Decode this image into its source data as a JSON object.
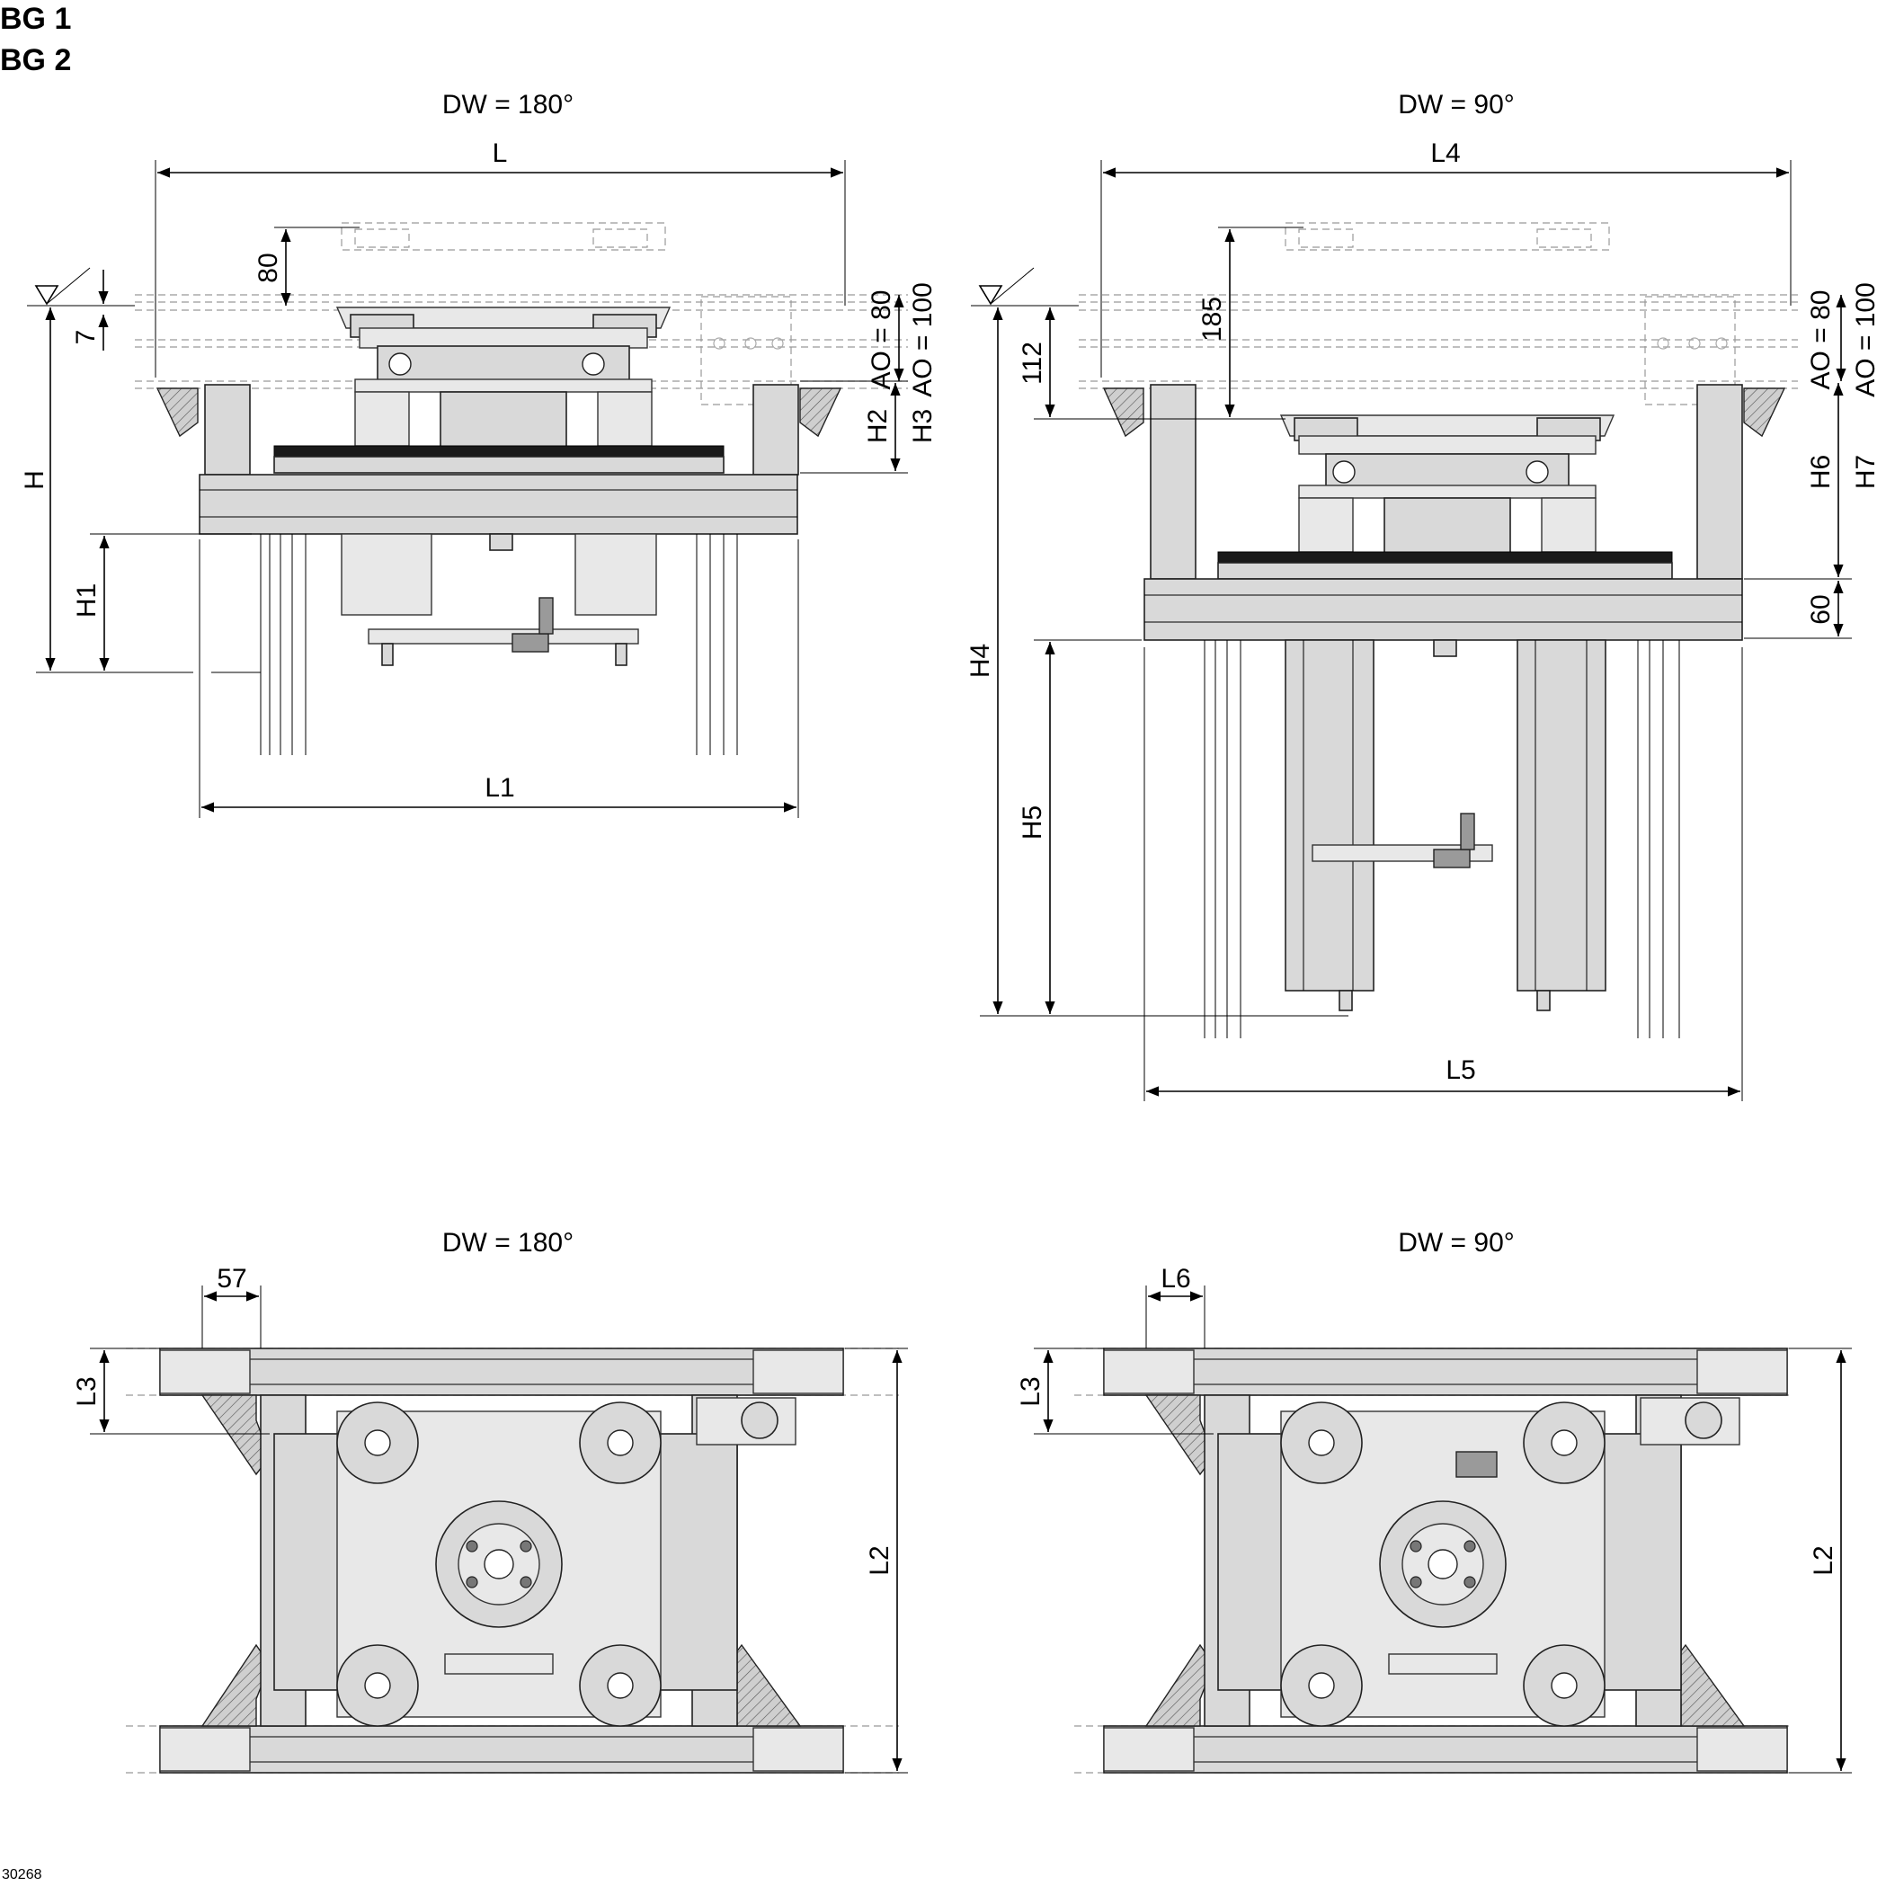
{
  "header": {
    "line1": "BG 1",
    "line2": "BG 2"
  },
  "figure_number": "30268",
  "views": {
    "top_left": {
      "title": "DW = 180°"
    },
    "top_right": {
      "title": "DW = 90°"
    },
    "bottom_left": {
      "title": "DW = 180°"
    },
    "bottom_right": {
      "title": "DW = 90°"
    }
  },
  "dimensions": {
    "top_left": {
      "L": "L",
      "L1": "L1",
      "d80": "80",
      "d7": "7",
      "H": "H",
      "H1": "H1",
      "H2": "H2",
      "H3": "H3",
      "AO80": "AO = 80",
      "AO100": "AO = 100"
    },
    "top_right": {
      "L4": "L4",
      "L5": "L5",
      "d185": "185",
      "d112": "112",
      "H4": "H4",
      "H5": "H5",
      "H6": "H6",
      "H7": "H7",
      "d60": "60",
      "AO80": "AO = 80",
      "AO100": "AO = 100"
    },
    "bottom_left": {
      "d57": "57",
      "L3": "L3",
      "L2": "L2"
    },
    "bottom_right": {
      "L6": "L6",
      "L3": "L3",
      "L2": "L2"
    }
  }
}
